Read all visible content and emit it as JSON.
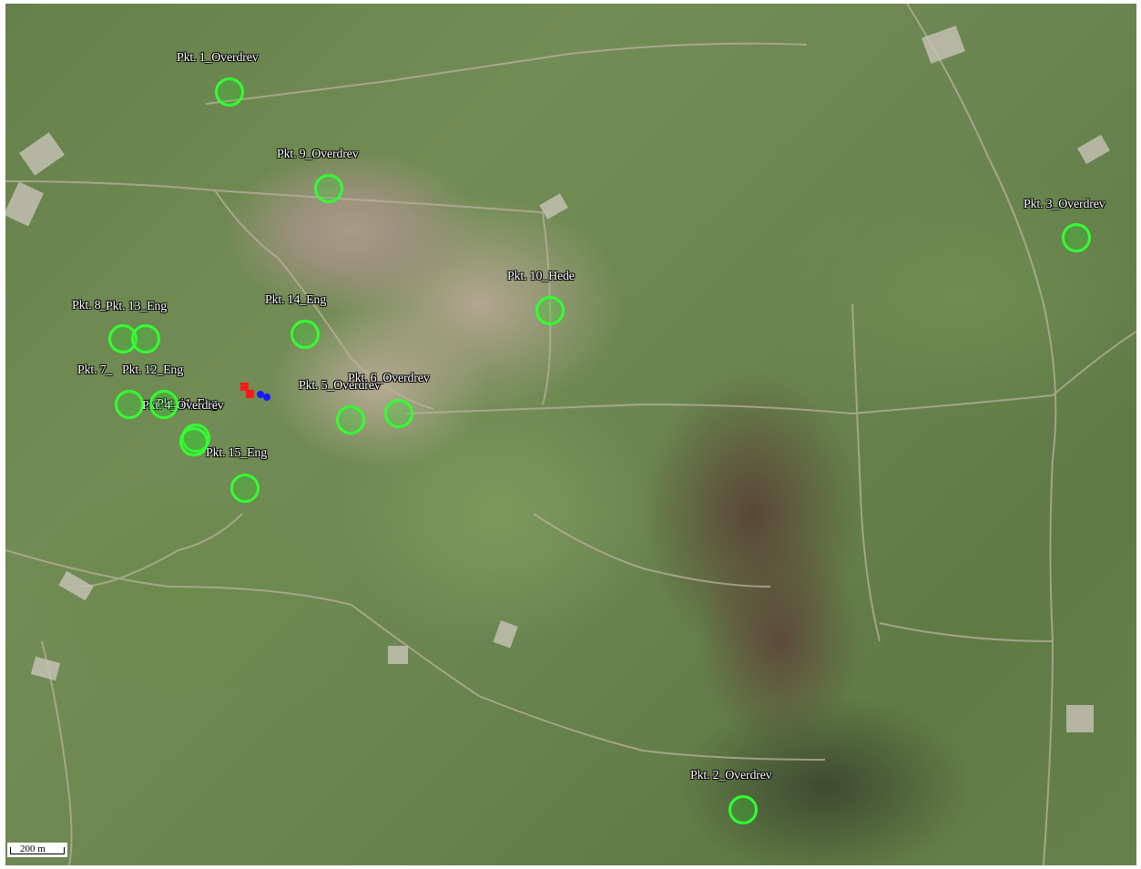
{
  "map": {
    "points": [
      {
        "label": "Pkt. 1_Overdrev"
      },
      {
        "label": "Pkt. 9_Overdrev"
      },
      {
        "label": "Pkt. 3_Overdrev"
      },
      {
        "label": "Pkt. 10_Hede"
      },
      {
        "label": "Pkt. 14_Eng"
      },
      {
        "label": "Pkt. 8_"
      },
      {
        "label": "Pkt. 13_Eng"
      },
      {
        "label": "Pkt. 7_"
      },
      {
        "label": "Pkt. 12_Eng"
      },
      {
        "label": "Pkt. 11_Eng"
      },
      {
        "label": "Pkt. 4_Overdrev"
      },
      {
        "label": "Pkt. 5_Overdrev"
      },
      {
        "label": "Pkt. 6_Overdrev"
      },
      {
        "label": "Pkt. 15_Eng"
      },
      {
        "label": "Pkt. 2_Overdrev"
      }
    ],
    "marker_color": "#33ff33",
    "label_color": "#ffffff",
    "extra_marker_colors": [
      "#ff0000",
      "#0000ff"
    ],
    "scale_label": "200 m"
  }
}
